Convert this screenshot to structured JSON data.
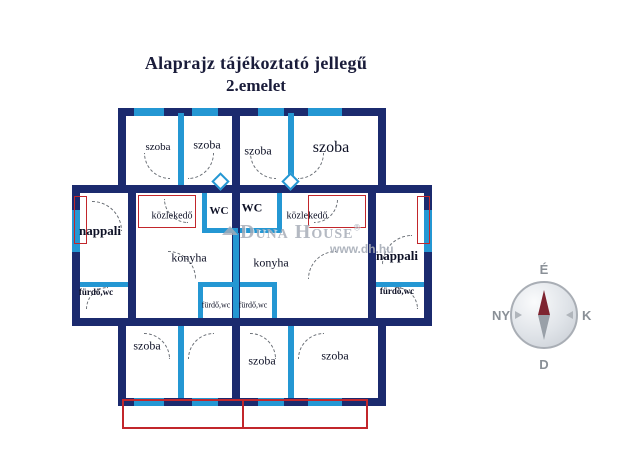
{
  "title": {
    "line1": "Alaprajz tájékoztató jellegű",
    "line2": "2.emelet"
  },
  "plan": {
    "rooms": {
      "szoba_t1": "szoba",
      "szoba_t2": "szoba",
      "szoba_t3": "szoba",
      "szoba_t4": "szoba",
      "kozlekedo_left": "közlekedő",
      "wc_left": "WC",
      "wc_right": "WC",
      "kozlekedo_right": "közlekedő",
      "nappali_left": "nappali",
      "nappali_right": "nappali",
      "konyha_left": "konyha",
      "konyha_right": "konyha",
      "furdo_left": "fürdő,wc",
      "furdo_right": "fürdő,wc",
      "furdo_c1": "fürdő,wc",
      "furdo_c2": "fürdő,wc",
      "szoba_b1": "szoba",
      "szoba_b2": "szoba",
      "szoba_b3": "szoba"
    }
  },
  "watermark": {
    "brand": "Duna House",
    "registered": "®",
    "url": "www.dh.hu"
  },
  "compass": {
    "north": "É",
    "east": "K",
    "south": "D",
    "west": "NY"
  },
  "colors": {
    "wall_navy": "#1b2a6e",
    "wall_blue": "#2497d3",
    "outline_red": "#c2262b",
    "text": "#0e1126",
    "watermark_gray": "#a7adb8",
    "needle_red": "#7e2430"
  }
}
